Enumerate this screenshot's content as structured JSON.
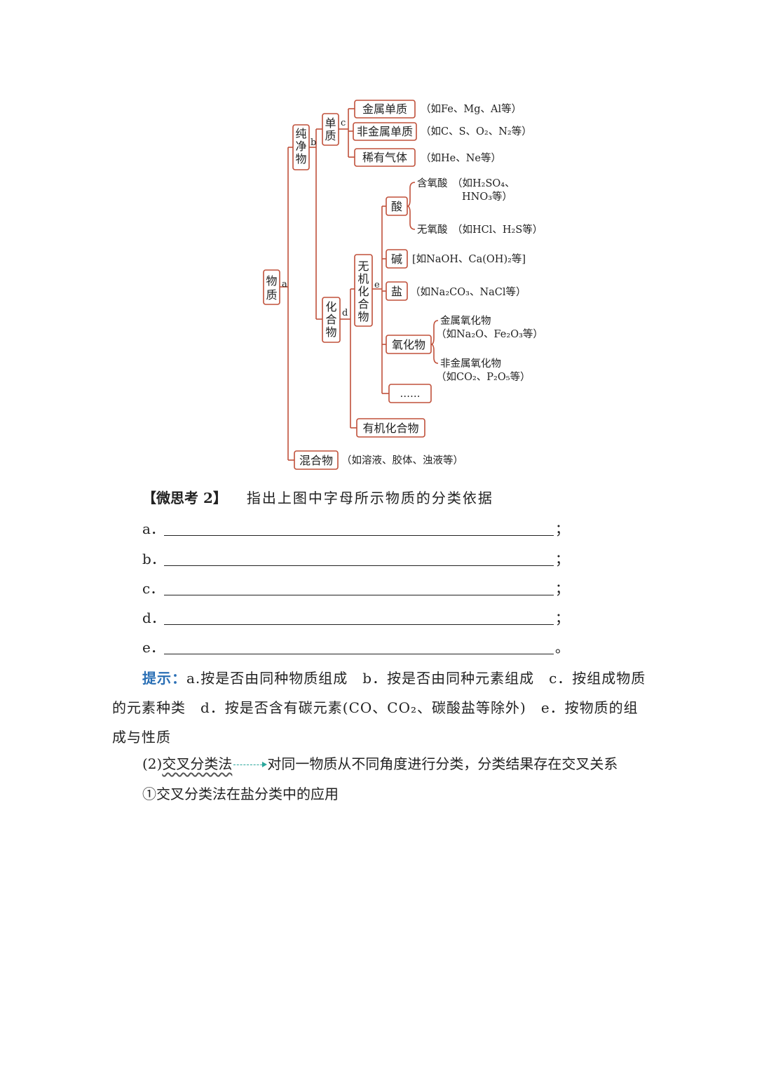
{
  "diagram": {
    "root": "物质",
    "pure": "纯净物",
    "elemental": "单质",
    "metal_elem": "金属单质",
    "nonmetal_elem": "非金属单质",
    "noble_gas": "稀有气体",
    "compound": "化合物",
    "inorganic": "无机化合物",
    "acid": "酸",
    "oxy_acid": "含氧酸",
    "nonoxy_acid": "无氧酸",
    "base": "碱",
    "salt": "盐",
    "oxide": "氧化物",
    "metal_oxide": "金属氧化物",
    "nonmetal_oxide": "非金属氧化物",
    "ellipsis": "……",
    "organic": "有机化合物",
    "mixture": "混合物",
    "letters": {
      "a": "a",
      "b": "b",
      "c": "c",
      "d": "d",
      "e": "e"
    },
    "notes": {
      "metal_elem": "（如Fe、Mg、Al等）",
      "nonmetal_elem": "（如C、S、O₂、N₂等）",
      "noble_gas": "（如He、Ne等）",
      "oxy_acid_1": "（如H₂SO₄、",
      "oxy_acid_2": "HNO₃等）",
      "nonoxy_acid": "（如HCl、H₂S等）",
      "base": "[如NaOH、Ca(OH)₂等]",
      "salt": "（如Na₂CO₃、NaCl等）",
      "metal_oxide": "（如Na₂O、Fe₂O₃等）",
      "nonmetal_oxide": "（如CO₂、P₂O₅等）",
      "mixture": "（如溶液、胶体、浊液等）"
    },
    "colors": {
      "line": "#c0503a",
      "hint": "#2a6fb5",
      "arrow": "#2aa79b"
    }
  },
  "question": {
    "label": "【微思考 2】",
    "text": "指出上图中字母所示物质的分类依据"
  },
  "blanks": [
    {
      "label": "a．",
      "end": "；"
    },
    {
      "label": "b．",
      "end": "；"
    },
    {
      "label": "c．",
      "end": "；"
    },
    {
      "label": "d．",
      "end": "；"
    },
    {
      "label": "e．",
      "end": "。"
    }
  ],
  "hint": {
    "label": "提示：",
    "text": "a.按是否由同种物质组成　b．按是否由同种元素组成　c．按组成物质的元素种类　d．按是否含有碳元素(CO、CO₂、碳酸盐等除外)　e．按物质的组成与性质"
  },
  "section2": {
    "prefix": "(2)",
    "term": "交叉分类法",
    "text": "对同一物质从不同角度进行分类，分类结果存在交叉关系"
  },
  "section2_1": "①交叉分类法在盐分类中的应用"
}
